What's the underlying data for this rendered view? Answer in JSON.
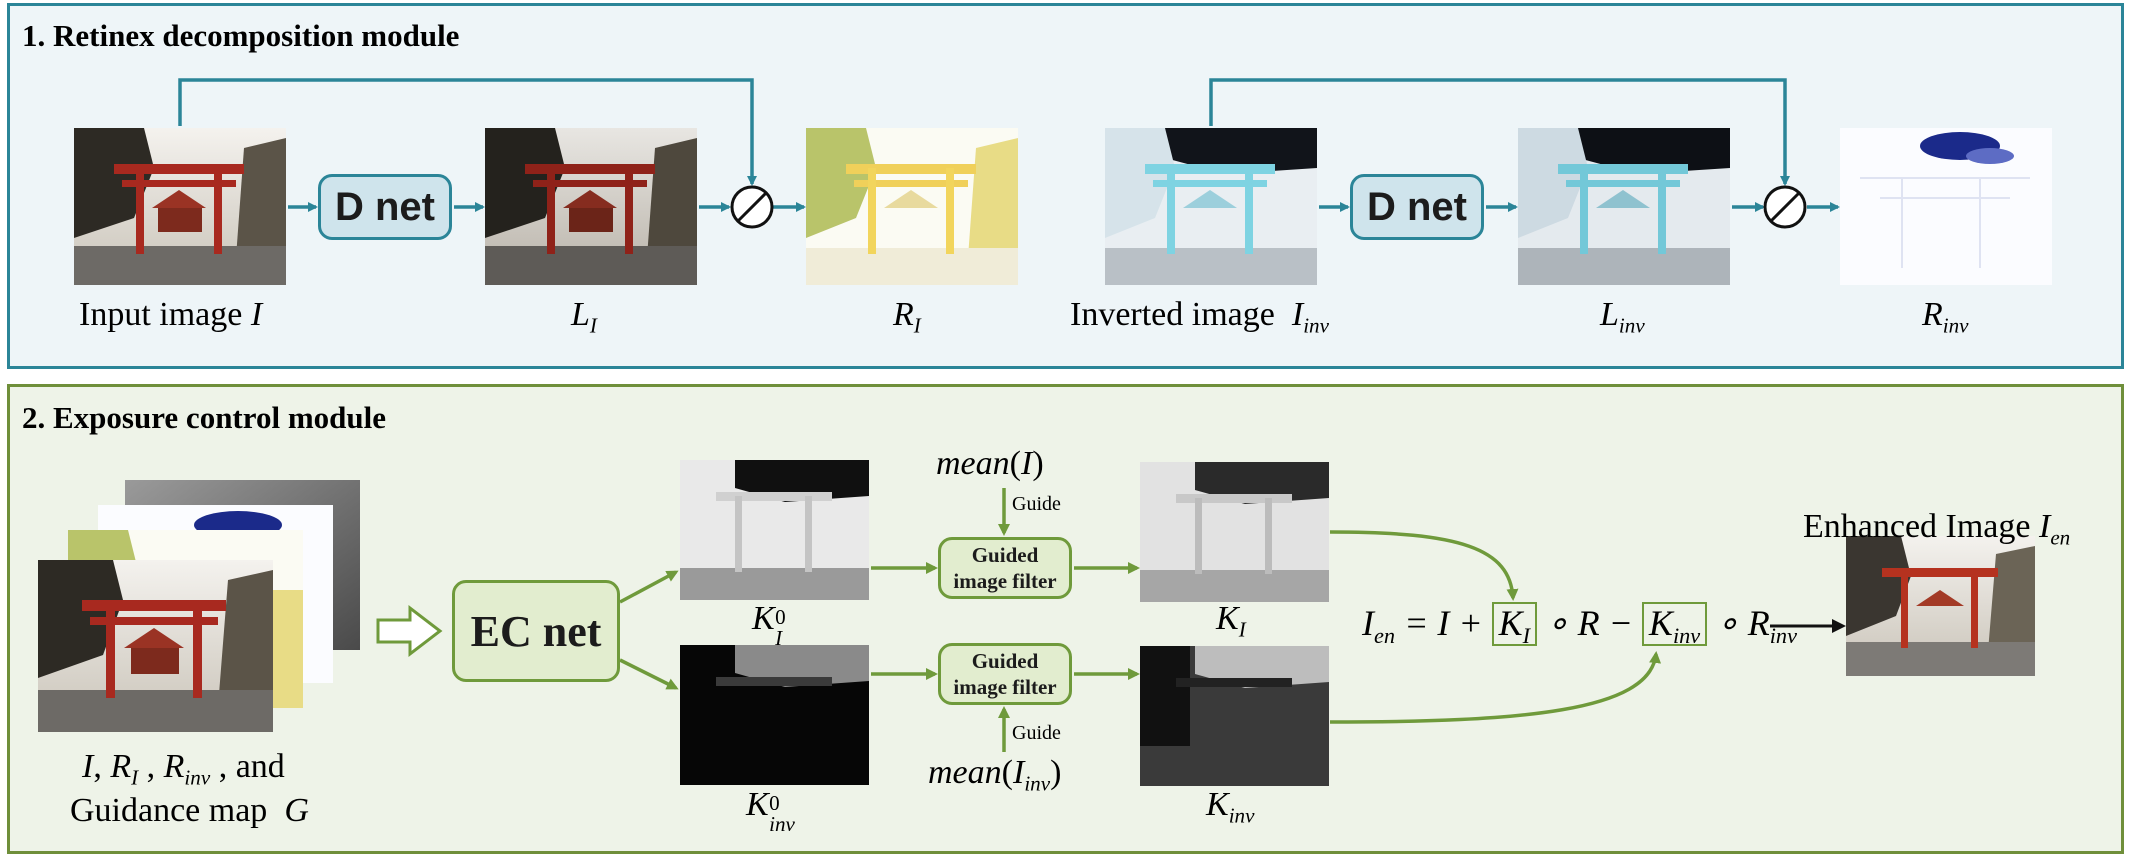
{
  "panel1": {
    "title": "1. Retinex decomposition module",
    "labels": {
      "input": "Input image",
      "input_sym": "I",
      "L": "L",
      "L_sub": "I",
      "R": "R",
      "R_sub": "I",
      "inverted": "Inverted image",
      "inv_sym": "I",
      "inv_sub": "inv",
      "Linv": "L",
      "Linv_sub": "inv",
      "Rinv": "R",
      "Rinv_sub": "inv"
    },
    "dnet_label": "D net"
  },
  "panel2": {
    "title": "2. Exposure control module",
    "ecnet_label": "EC net",
    "gif_label_line1": "Guided",
    "gif_label_line2": "image filter",
    "guide_label": "Guide",
    "mean_label": "mean",
    "inputs_label": {
      "I": "I",
      "R": "R",
      "R_sub": "I",
      "Rinv": "R",
      "Rinv_sub": "inv",
      "and": ", and",
      "line2": "Guidance map",
      "G": "G"
    },
    "K0_label": {
      "K": "K",
      "sup": "0",
      "sub": "I"
    },
    "K0inv_label": {
      "K": "K",
      "sup": "0",
      "sub": "inv"
    },
    "KI_label": {
      "K": "K",
      "sub": "I"
    },
    "Kinv_label": {
      "K": "K",
      "sub": "inv"
    },
    "enhanced_label": "Enhanced Image",
    "enhanced_sym": "I",
    "enhanced_sub": "en",
    "equation": {
      "lhs": "I",
      "lhs_sub": "en",
      "eq": "= I +",
      "K1": "K",
      "K1_sub": "I",
      "mid": "∘ R −",
      "K2": "K",
      "K2_sub": "inv",
      "end": "∘ R",
      "end_sub": "inv"
    }
  },
  "colors": {
    "blue": "#2b8598",
    "green": "#6f9a3b"
  }
}
